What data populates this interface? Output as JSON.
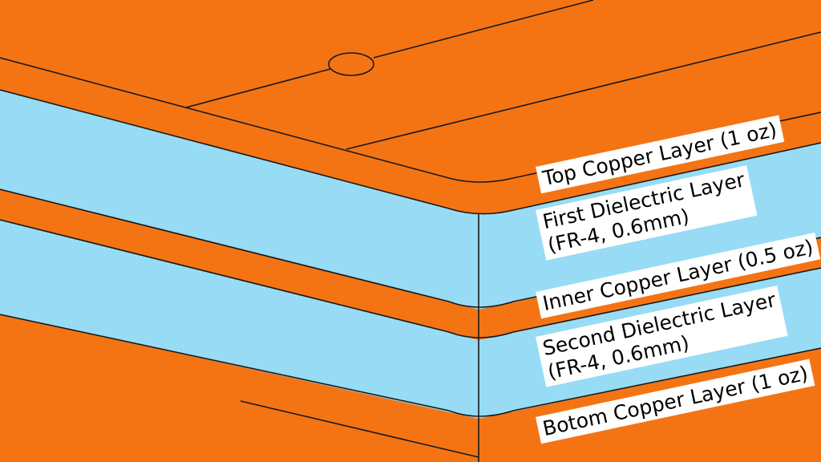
{
  "layers": [
    {
      "label_lines": [
        "Top Copper Layer (1 oz)"
      ],
      "material": "copper"
    },
    {
      "label_lines": [
        "First Dielectric Layer",
        "(FR-4, 0.6mm)"
      ],
      "material": "dielectric"
    },
    {
      "label_lines": [
        "Inner Copper Layer (0.5 oz)"
      ],
      "material": "copper"
    },
    {
      "label_lines": [
        "Second Dielectric Layer",
        "(FR-4, 0.6mm)"
      ],
      "material": "dielectric"
    },
    {
      "label_lines": [
        "Botom Copper Layer (1 oz)"
      ],
      "material": "copper"
    }
  ],
  "colors": {
    "copper": "#f47414",
    "dielectric": "#97dcf4",
    "outline": "#1a1a1a",
    "background": "#ffffff"
  }
}
